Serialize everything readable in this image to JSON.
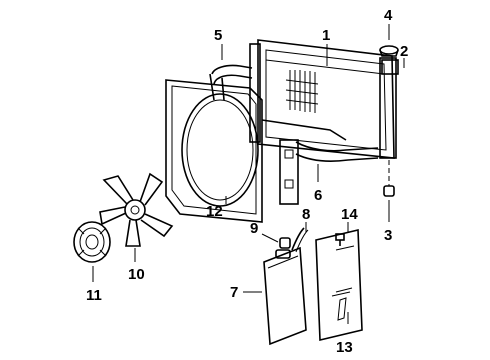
{
  "diagram": {
    "callouts": {
      "c1": "1",
      "c2": "2",
      "c3": "3",
      "c4": "4",
      "c5": "5",
      "c6": "6",
      "c7": "7",
      "c8": "8",
      "c9": "9",
      "c10": "10",
      "c11": "11",
      "c12": "12",
      "c13": "13",
      "c14": "14"
    },
    "colors": {
      "ink": "#000000",
      "paper": "#ffffff"
    }
  }
}
